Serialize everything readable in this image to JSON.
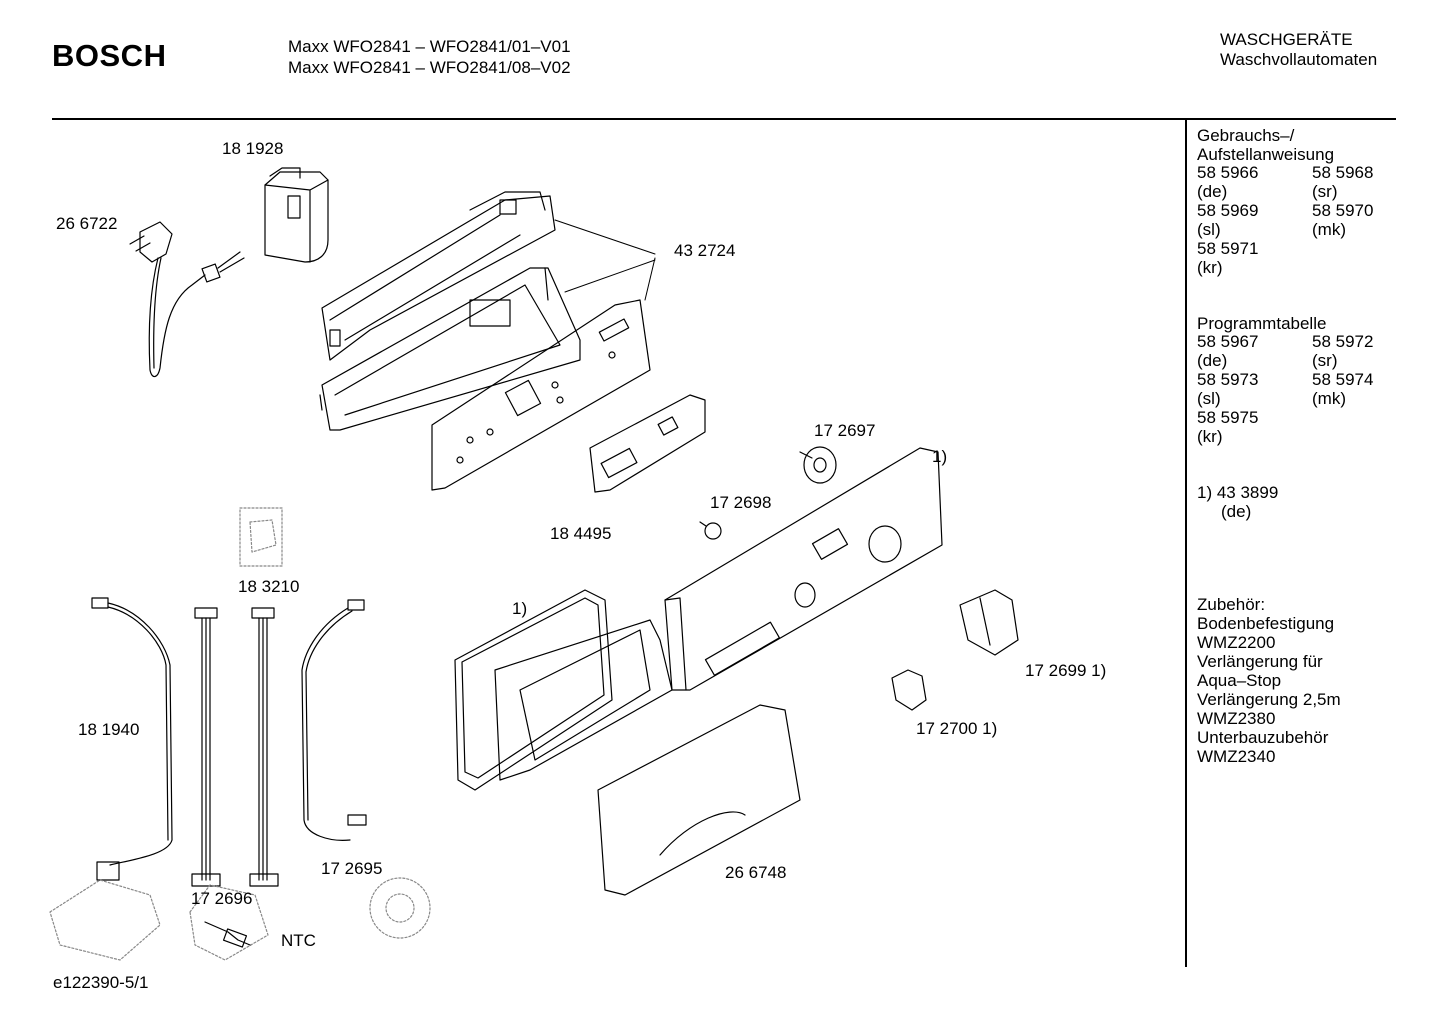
{
  "header": {
    "brand": "BOSCH",
    "model_line_1": "Maxx WFO2841 – WFO2841/01–V01",
    "model_line_2": "Maxx WFO2841 – WFO2841/08–V02",
    "category_line_1": "WASCHGERÄTE",
    "category_line_2": "Waschvollautomaten"
  },
  "parts": [
    {
      "id": "p181928",
      "label": "18 1928"
    },
    {
      "id": "p266722",
      "label": "26 6722"
    },
    {
      "id": "p432724",
      "label": "43 2724"
    },
    {
      "id": "p172697",
      "label": "17 2697"
    },
    {
      "id": "p1a",
      "label": "1)"
    },
    {
      "id": "p184495",
      "label": "18 4495"
    },
    {
      "id": "p172698",
      "label": "17 2698"
    },
    {
      "id": "p183210",
      "label": "18 3210"
    },
    {
      "id": "p1b",
      "label": "1)"
    },
    {
      "id": "p181940",
      "label": "18 1940"
    },
    {
      "id": "p172699",
      "label": "17 2699 1)"
    },
    {
      "id": "p172700",
      "label": "17 2700 1)"
    },
    {
      "id": "p172695",
      "label": "17 2695"
    },
    {
      "id": "p266748",
      "label": "26 6748"
    },
    {
      "id": "p172696",
      "label": "17 2696"
    },
    {
      "id": "pntc",
      "label": "NTC"
    }
  ],
  "footer": {
    "drawing_code": "e122390-5/1"
  },
  "sidebar": {
    "manual_heading_1": "Gebrauchs–/",
    "manual_heading_2": "Aufstellanweisung",
    "manual_rows": [
      [
        "58 5966",
        "58 5968"
      ],
      [
        "(de)",
        "(sr)"
      ],
      [
        "58 5969",
        "58 5970"
      ],
      [
        "(sl)",
        "(mk)"
      ],
      [
        "58 5971",
        ""
      ],
      [
        "(kr)",
        ""
      ]
    ],
    "program_heading": "Programmtabelle",
    "program_rows": [
      [
        "58 5967",
        "58 5972"
      ],
      [
        "(de)",
        "(sr)"
      ],
      [
        "58 5973",
        "58 5974"
      ],
      [
        "(sl)",
        "(mk)"
      ],
      [
        "58 5975",
        ""
      ],
      [
        "(kr)",
        ""
      ]
    ],
    "note_line_1": "1)  43 3899",
    "note_line_2": "(de)",
    "accessories": [
      "Zubehör:",
      "Bodenbefestigung",
      "WMZ2200",
      "Verlängerung für",
      "Aqua–Stop",
      "Verlängerung 2,5m",
      "WMZ2380",
      "Unterbauzubehör",
      "WMZ2340"
    ]
  }
}
